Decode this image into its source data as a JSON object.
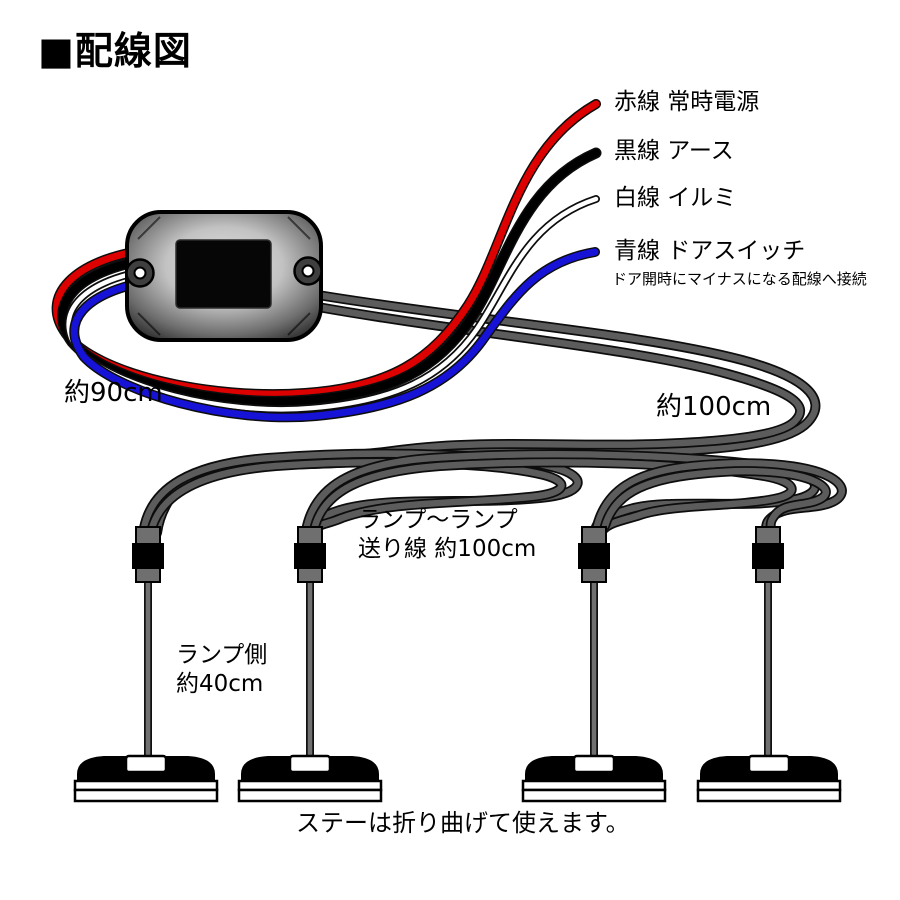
{
  "title": "■配線図",
  "legend": {
    "items": [
      {
        "name": "red-wire",
        "label": "赤線 常時電源",
        "color": "#dd0000"
      },
      {
        "name": "black-wire",
        "label": "黒線 アース",
        "color": "#000000"
      },
      {
        "name": "white-wire",
        "label": "白線 イルミ",
        "color": "#ffffff"
      },
      {
        "name": "blue-wire",
        "label": "青線 ドアスイッチ",
        "color": "#1612d6"
      }
    ],
    "blue_wire_note": "ドア開時にマイナスになる配線へ接続"
  },
  "measurements": {
    "power_harness": "約90cm",
    "lamp_feed": "約100cm",
    "lamp_to_lamp_line1": "ランプ～ランプ",
    "lamp_to_lamp_line2": "送り線 約100cm",
    "lamp_side_line1": "ランプ側",
    "lamp_side_line2": "約40cm"
  },
  "footnote": "ステーは折り曲げて使えます。",
  "colors": {
    "wire_red": "#dd0000",
    "wire_black": "#000000",
    "wire_white": "#ffffff",
    "wire_blue": "#1612d6",
    "cable_gray": "#5c5c5c",
    "outline": "#0d0d0d",
    "connector_gray": "#6f6f6f",
    "box_dark": "#1e1e1e",
    "box_light": "#d6d6d6"
  }
}
